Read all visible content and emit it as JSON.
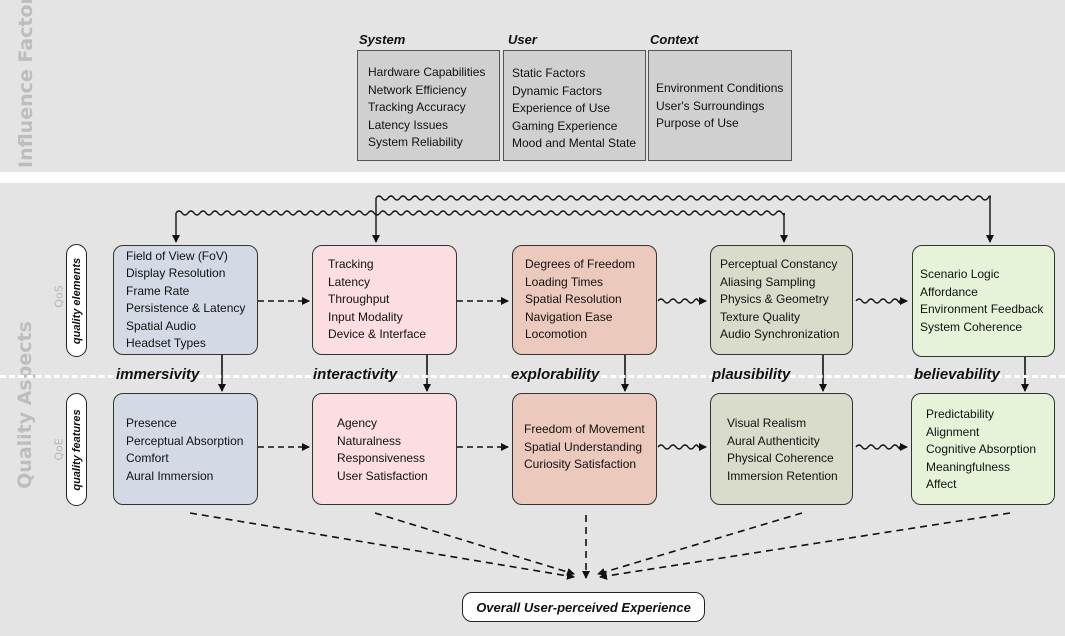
{
  "influence_factors": {
    "title": "Influence Factors",
    "columns": [
      {
        "header": "System",
        "items": [
          "Hardware Capabilities",
          "Network Efficiency",
          "Tracking Accuracy",
          "Latency Issues",
          "System Reliability"
        ]
      },
      {
        "header": "User",
        "items": [
          "Static Factors",
          "Dynamic Factors",
          "Experience of Use",
          "Gaming Experience",
          "Mood and Mental State"
        ]
      },
      {
        "header": "Context",
        "items": [
          "Environment Conditions",
          "User's Surroundings",
          "Purpose of Use"
        ]
      }
    ]
  },
  "quality_aspects": {
    "title": "Quality Aspects",
    "qos_label": "QoS",
    "qoe_label": "QoE",
    "qos_pill": "quality elements",
    "qoe_pill": "quality features",
    "columns": [
      {
        "aspect": "immersivity",
        "color": "#d4d9e6",
        "qos": [
          "Field of View (FoV)",
          "Display Resolution",
          "Frame Rate",
          "Persistence & Latency",
          "Spatial Audio",
          "Headset Types"
        ],
        "qoe": [
          "Presence",
          "Perceptual Absorption",
          "Comfort",
          "Aural Immersion"
        ]
      },
      {
        "aspect": "interactivity",
        "color": "#fcdde1",
        "qos": [
          "Tracking",
          "Latency",
          "Throughput",
          "Input Modality",
          "Device & Interface"
        ],
        "qoe": [
          "Agency",
          "Naturalness",
          "Responsiveness",
          "User Satisfaction"
        ]
      },
      {
        "aspect": "explorability",
        "color": "#ecc9bd",
        "qos": [
          "Degrees of Freedom",
          "Loading Times",
          "Spatial Resolution",
          "Navigation Ease",
          "Locomotion"
        ],
        "qoe": [
          "Freedom of Movement",
          "Spatial Understanding",
          "Curiosity Satisfaction"
        ]
      },
      {
        "aspect": "plausibility",
        "color": "#d9dccb",
        "qos": [
          "Perceptual Constancy",
          "Aliasing Sampling",
          "Physics & Geometry",
          "Texture Quality",
          "Audio Synchronization"
        ],
        "qoe": [
          "Visual Realism",
          "Aural Authenticity",
          "Physical Coherence",
          "Immersion Retention"
        ]
      },
      {
        "aspect": "believability",
        "color": "#e6f3d8",
        "qos": [
          "Scenario Logic",
          "Affordance",
          "Environment Feedback",
          "System Coherence"
        ],
        "qoe": [
          "Predictability",
          "Alignment",
          "Cognitive Absorption",
          "Meaningfulness",
          "Affect"
        ]
      }
    ]
  },
  "overall": "Overall User-perceived Experience"
}
